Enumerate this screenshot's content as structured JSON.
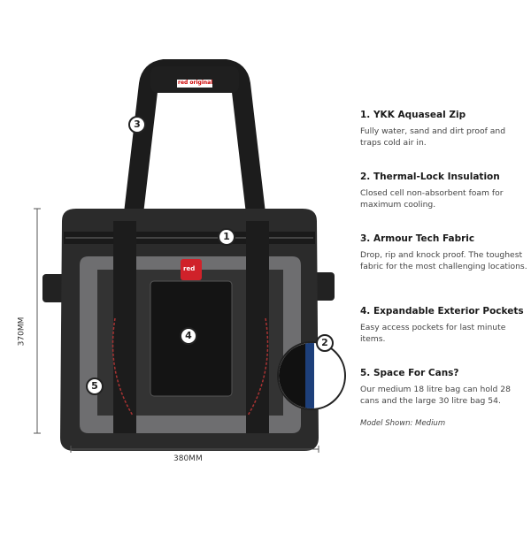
{
  "brand_logo_text": "red original",
  "front_logo_text": "red",
  "dimensions": {
    "height": "370MM",
    "width": "380MM"
  },
  "markers": [
    "1",
    "2",
    "3",
    "4",
    "5"
  ],
  "features": [
    {
      "title": "1. YKK Aquaseal Zip",
      "text": "Fully water, sand and dirt proof and traps cold air in."
    },
    {
      "title": "2. Thermal-Lock Insulation",
      "text": "Closed cell non-absorbent foam for maximum cooling."
    },
    {
      "title": "3. Armour Tech Fabric",
      "text": "Drop, rip and knock proof. The toughest fabric for the most challenging locations."
    },
    {
      "title": "4. Expandable Exterior Pockets",
      "text": "Easy access pockets for last minute items."
    },
    {
      "title": "5. Space For Cans?",
      "text": "Our medium 18 litre bag can hold 28 cans and the large 30 litre bag 54."
    }
  ],
  "model_note": "Model Shown: Medium",
  "colors": {
    "bag": "#2b2b2b",
    "panel": "#6e6e70",
    "logo": "#d0222a",
    "insulation": "#1d3f7a"
  }
}
